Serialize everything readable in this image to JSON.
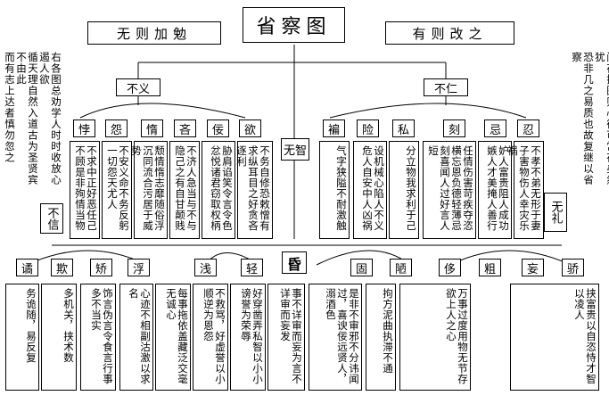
{
  "title": "省察图",
  "left_banner": "无则加勉",
  "right_banner": "有则改之",
  "left_note": [
    "右各图总劝学人时时收放心遏人欲",
    "循天理自然入道古为圣贤宾不由此",
    "而有志上达者慎勿忽之"
  ],
  "right_note": [
    "阅存操图则心德可常存矣然犹",
    "恐非几之易质也故复继以省察"
  ],
  "buyi": "不义",
  "buren": "不仁",
  "wuzhi": "无智",
  "buxin": "不信",
  "wuli": "无礼",
  "hun": "昏",
  "upper_left": [
    {
      "char": "悖",
      "text": "不求中正好恶任己不顾是非殉情当物"
    },
    {
      "char": "怨",
      "text": "不安义命不务反躬一切怨天尤人"
    },
    {
      "char": "惰",
      "text": "颓情惰志靡随俗浮沉同流合污居于威势"
    },
    {
      "char": "吝",
      "text": "不济人急当与不与隐己之有自甘颠贱"
    },
    {
      "char": "佞",
      "text": "胁肩谄笑令言令色忿悦诸君窃取权柄"
    },
    {
      "char": "欲",
      "text": "不务自修恐敕憎有求纵耳目之好贪吝逐利"
    }
  ],
  "upper_right": [
    {
      "char": "褊",
      "text": "气字狭隘不耐激触"
    },
    {
      "char": "险",
      "text": "设机械心陷人不义危人自安中人凶祸"
    },
    {
      "char": "私",
      "text": "分立物我求利于己"
    },
    {
      "char": "刻",
      "text": "任情伤害苛疾夺恣横忘恩负德轻薄忌刻喜闻人过好言人短"
    },
    {
      "char": "忌",
      "text": "妒人富贵阻人成功嫉人才美掩人善行"
    },
    {
      "char": "忍",
      "text": "不孝不弟无形于妻子害物伤人幸灾乐祸"
    }
  ],
  "lower": [
    {
      "char": "谲",
      "text": "务诡随，易反复"
    },
    {
      "char": "欺",
      "text": "多机关，挟术数"
    },
    {
      "char": "矫",
      "text": "饰言伪言令食言行事多不当实"
    },
    {
      "char": "浮",
      "text": "心迹不相副沽激以求名"
    },
    {
      "char": "浅",
      "text": "每事拖依盖藏泛交毫无诚心"
    },
    {
      "char": "轻",
      "text": "不救骂，好虚誉以小顺逆为恩怨"
    },
    {
      "char": "固",
      "text": "好穿凿弄私智以小小谤誉为荣辱"
    },
    {
      "char": "陋",
      "text": "事不详审而妄为言不详审而妄发"
    },
    {
      "char": "侈",
      "text": "是非不审邪不分讳闻过，喜谀佞远贤人，溺酒色"
    },
    {
      "char": "粗",
      "text": "拘方泥曲执滞不通"
    },
    {
      "char": "妄",
      "text": "万事过度用物无节存欲上人之心"
    },
    {
      "char": "骄",
      "text": "挟富贵以自恣恃才智以凌人"
    }
  ]
}
